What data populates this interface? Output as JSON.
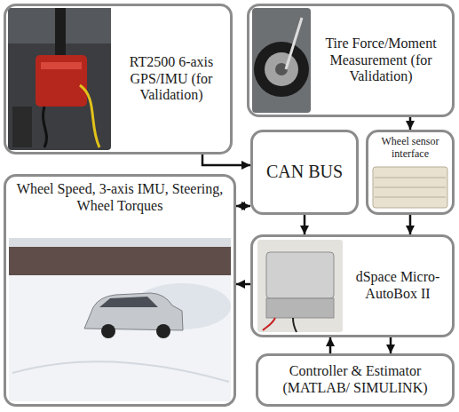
{
  "diagram": {
    "nodes": [
      {
        "text": [
          "RT2500 6-axis GPS/IMU (for Validation)"
        ]
      },
      {
        "text": [
          "Tire Force/Moment Measurement (for Validation)"
        ]
      },
      {
        "text": [
          "CAN BUS"
        ]
      },
      {
        "text": [
          "Wheel sensor interface"
        ]
      },
      {
        "text": [
          "Wheel Speed, 3-axis IMU, Steering, Wheel Torques"
        ]
      },
      {
        "text": [
          "dSpace Micro-AutoBox II"
        ]
      },
      {
        "text": [
          "Controller & Estimator (MATLAB/ SIMULINK)"
        ]
      }
    ],
    "edges": [
      {
        "from": 0,
        "to": 2,
        "arrow": "to"
      },
      {
        "from": 1,
        "to": 3,
        "arrow": "to"
      },
      {
        "from": 4,
        "to": 2,
        "arrow": "both"
      },
      {
        "from": 2,
        "to": 5,
        "arrow": "to"
      },
      {
        "from": 3,
        "to": 5,
        "arrow": "to"
      },
      {
        "from": 5,
        "to": 4,
        "arrow": "to"
      },
      {
        "from": 5,
        "to": 6,
        "arrow": "to"
      },
      {
        "from": 6,
        "to": 5,
        "arrow": "to"
      }
    ]
  }
}
